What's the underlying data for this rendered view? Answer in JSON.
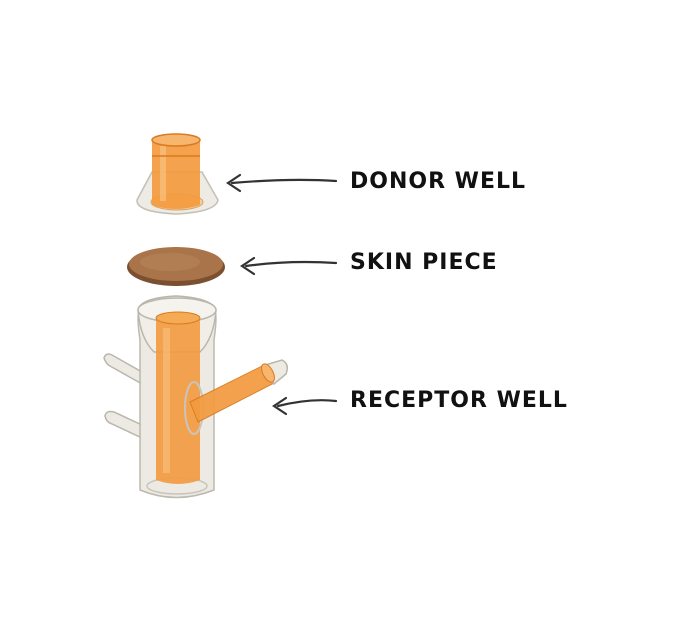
{
  "labels": {
    "donor_well": "DONOR WELL",
    "skin_piece": "SKIN PIECE",
    "receptor_well": "RECEPTOR WELL"
  },
  "colors": {
    "label_text": "#111111",
    "arrow": "#333333",
    "orange": "#f39a3e",
    "orange_light": "#f7b56d",
    "orange_dark": "#d97a1f",
    "skin": "#a9744a",
    "skin_dark": "#7a5030",
    "glass": "#e9e7df",
    "glass_edge": "#b9b6ab"
  }
}
